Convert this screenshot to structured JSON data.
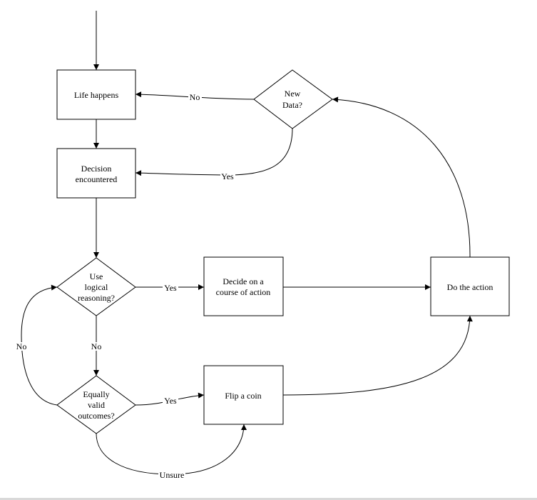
{
  "nodes": {
    "life_happens": {
      "lines": [
        "Life happens"
      ]
    },
    "decision_encountered": {
      "lines": [
        "Decision",
        "encountered"
      ]
    },
    "use_logical": {
      "lines": [
        "Use",
        "logical",
        "reasoning?"
      ]
    },
    "decide_action": {
      "lines": [
        "Decide on a",
        "course of action"
      ]
    },
    "do_action": {
      "lines": [
        "Do the action"
      ]
    },
    "new_data": {
      "lines": [
        "New",
        "Data?"
      ]
    },
    "equally_valid": {
      "lines": [
        "Equally",
        "valid",
        "outcomes?"
      ]
    },
    "flip_coin": {
      "lines": [
        "Flip a coin"
      ]
    }
  },
  "edges": {
    "newdata_no": "No",
    "newdata_yes": "Yes",
    "logical_yes": "Yes",
    "logical_no": "No",
    "equal_no": "No",
    "equal_yes": "Yes",
    "equal_unsure": "Unsure"
  },
  "colors": {
    "stroke": "#000000",
    "fill": "#ffffff",
    "background": "#ffffff"
  }
}
